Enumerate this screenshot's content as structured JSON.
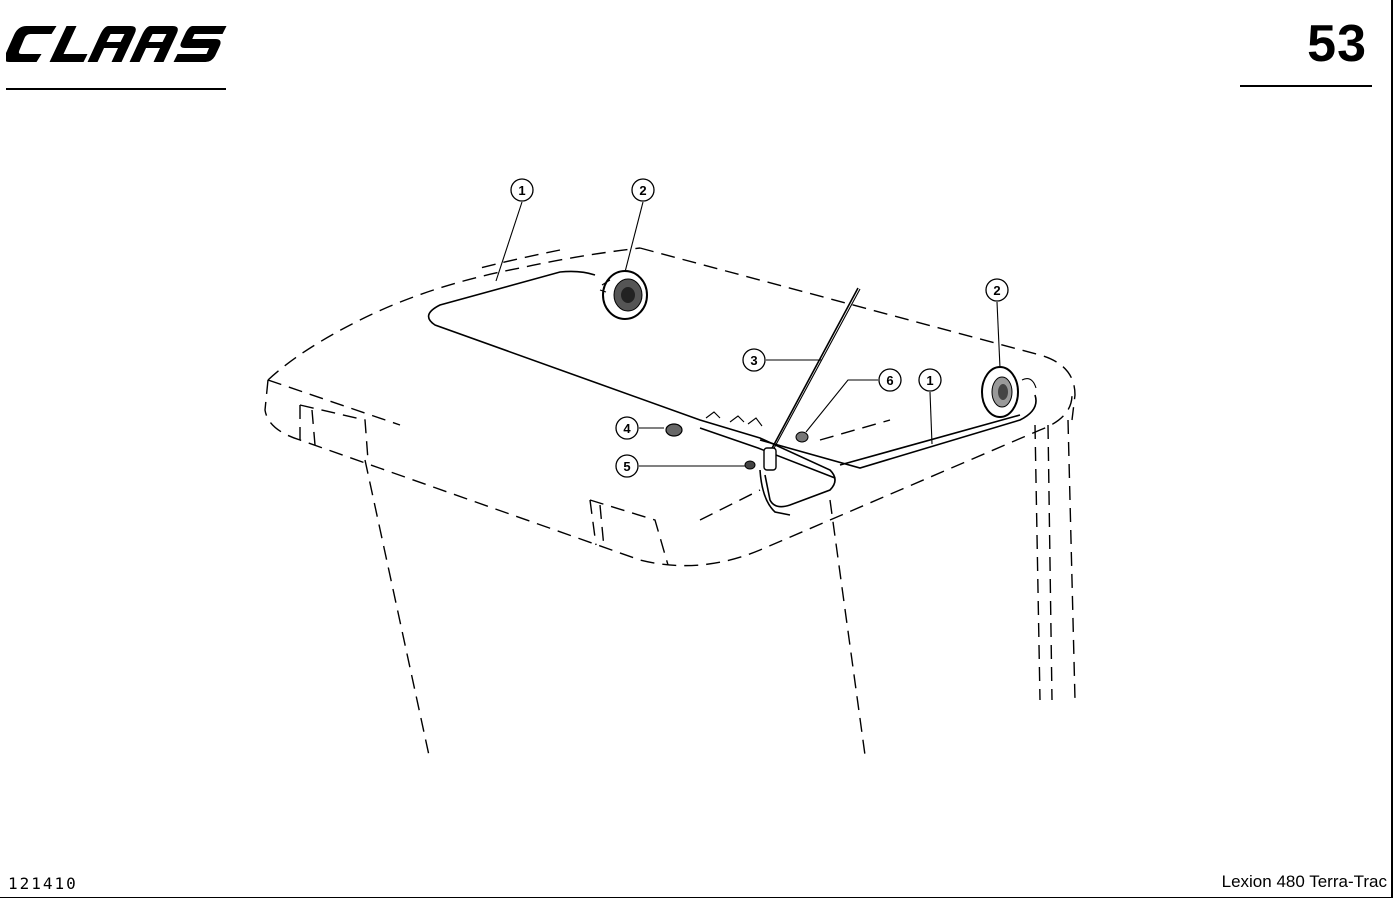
{
  "header": {
    "brand_logo": "CLAAS",
    "page_number": "53"
  },
  "callouts": [
    {
      "id": "c1a",
      "number": "1"
    },
    {
      "id": "c2a",
      "number": "2"
    },
    {
      "id": "c2b",
      "number": "2"
    },
    {
      "id": "c3",
      "number": "3"
    },
    {
      "id": "c6",
      "number": "6"
    },
    {
      "id": "c1b",
      "number": "1"
    },
    {
      "id": "c4",
      "number": "4"
    },
    {
      "id": "c5",
      "number": "5"
    }
  ],
  "footer": {
    "drawing_number": "121410",
    "model": "Lexion 480 Terra-Trac"
  }
}
